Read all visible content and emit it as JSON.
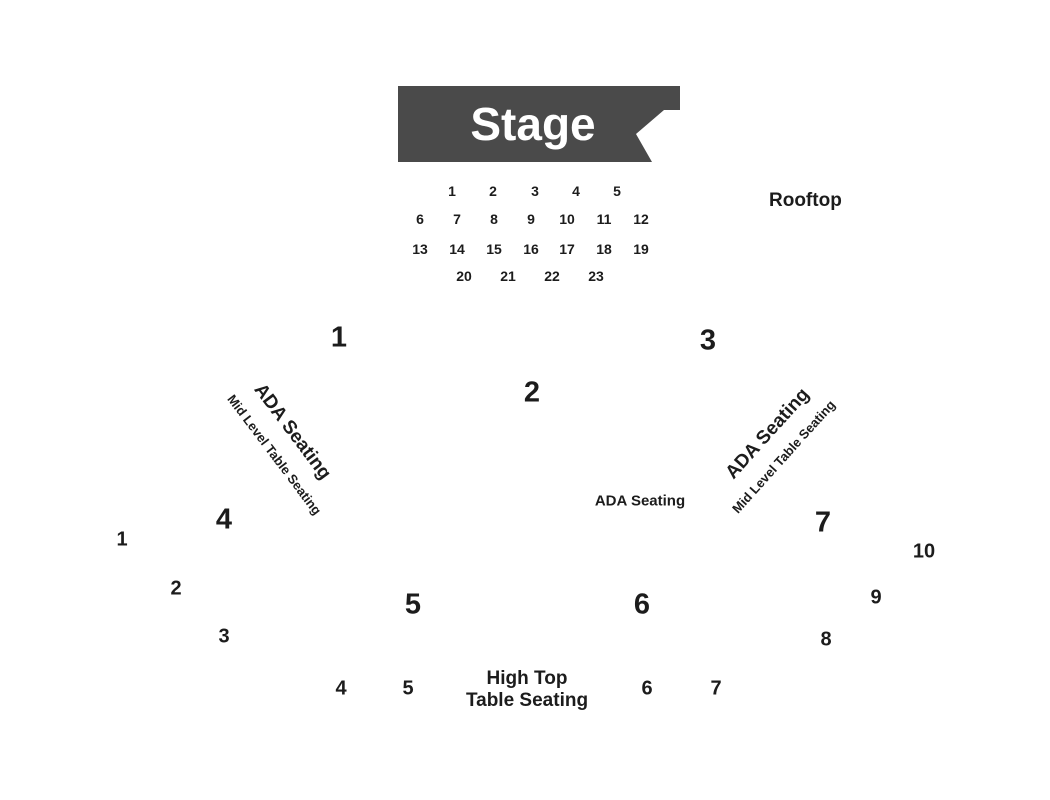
{
  "stage": {
    "label": "Stage",
    "color": "#4a4a4a"
  },
  "rooftop": {
    "label": "Rooftop"
  },
  "front_tables": {
    "row1": [
      "1",
      "2",
      "3",
      "4",
      "5"
    ],
    "row2": [
      "6",
      "7",
      "8",
      "9",
      "10",
      "11",
      "12"
    ],
    "row3": [
      "13",
      "14",
      "15",
      "16",
      "17",
      "18",
      "19"
    ],
    "row4": [
      "20",
      "21",
      "22",
      "23"
    ]
  },
  "sections": [
    "1",
    "2",
    "3",
    "4",
    "5",
    "6",
    "7"
  ],
  "ada_left": {
    "title": "ADA Seating",
    "subtitle": "Mid Level Table Seating"
  },
  "ada_right": {
    "title": "ADA Seating",
    "subtitle": "Mid Level Table Seating"
  },
  "ada_center": {
    "label": "ADA Seating"
  },
  "high_top": {
    "line1": "High Top",
    "line2": "Table Seating",
    "tables": [
      "1",
      "2",
      "3",
      "4",
      "5",
      "6",
      "7",
      "8",
      "9",
      "10"
    ]
  }
}
